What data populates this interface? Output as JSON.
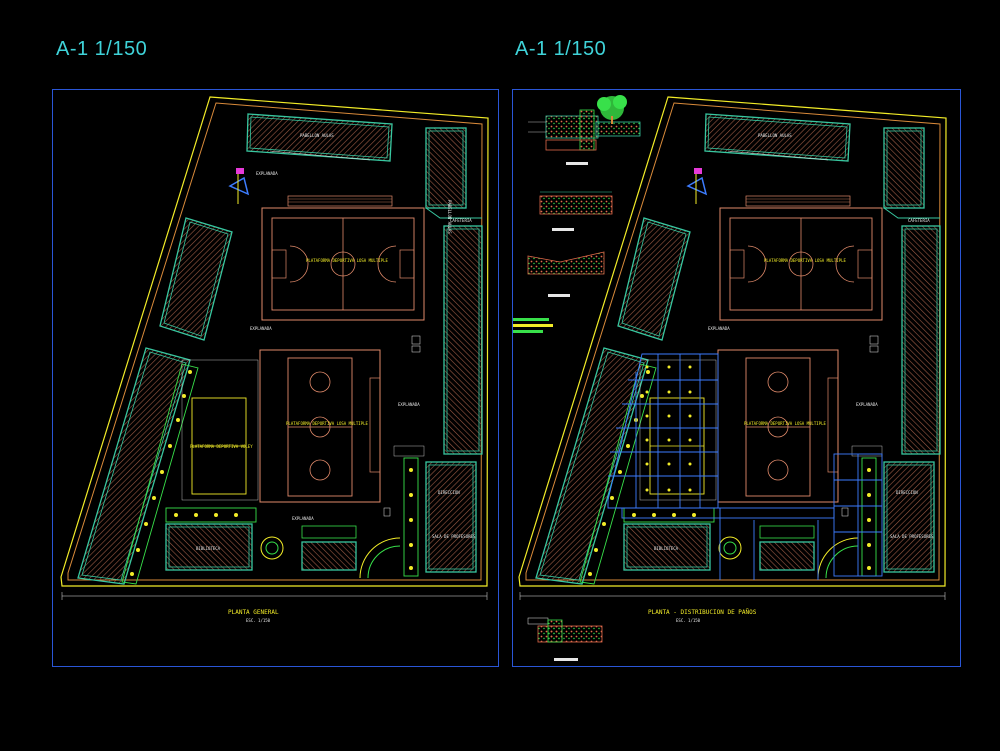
{
  "sheets": [
    {
      "title": "A-1 1/150",
      "caption": "PLANTA GENERAL",
      "scale": "ESC. 1/150"
    },
    {
      "title": "A-1 1/150",
      "caption": "PLANTA - DISTRIBUCION DE PAÑOS",
      "scale": "ESC. 1/150"
    }
  ],
  "labels": {
    "pabellon_aulas": "PABELLON AULAS",
    "losa_multiple": "PLATAFORMA DEPORTIVA LOSA MULTIPLE",
    "losa_voley": "PLATAFORMA DEPORTIVA VOLEY",
    "biblioteca": "BIBLIOTECA",
    "direccion": "DIRECCION",
    "sala_profesores": "SALA DE PROFESORES",
    "cafeteria": "CAFETERIA",
    "explanada": "EXPLANADA"
  },
  "colors": {
    "title": "#3fd3d9",
    "frame": "#2a56d6",
    "boundary_outer": "#f2ec28",
    "boundary_inner": "#d98a3a",
    "building": "#38c7a0",
    "court": "#e08a6a",
    "grid": "#3d7dff",
    "green": "#38e04a"
  }
}
